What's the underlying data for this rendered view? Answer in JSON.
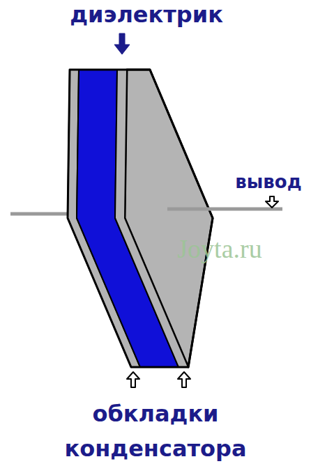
{
  "diagram": {
    "labels": [
      "диэлектрик",
      "вывод",
      "Joyta.ru",
      "обкладки конденсатора"
    ]
  }
}
